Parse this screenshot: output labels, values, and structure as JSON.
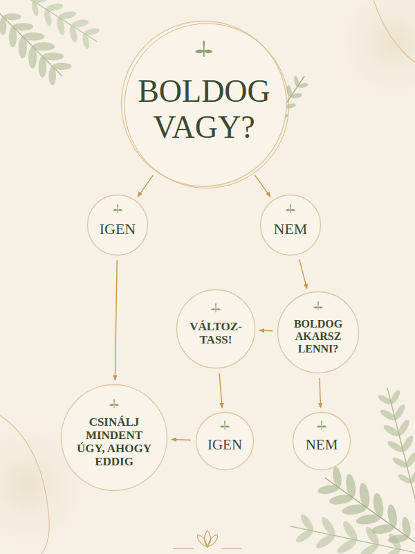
{
  "diagram": {
    "nodes": [
      {
        "text": [
          "BOLDOG VAGY?"
        ]
      },
      {
        "text": [
          "IGEN"
        ]
      },
      {
        "text": [
          "NEM"
        ]
      },
      {
        "text": [
          "VÁLTOZ- TASS!"
        ]
      },
      {
        "text": [
          "BOLDOG AKARSZ LENNI?"
        ]
      },
      {
        "text": [
          "CSINÁLJ MINDENT ÚGY, AHOGY EDDIG"
        ]
      },
      {
        "text": [
          "IGEN"
        ]
      },
      {
        "text": [
          "NEM"
        ]
      }
    ],
    "edges": [
      {
        "from": 0,
        "to": 1,
        "arrow": "to"
      },
      {
        "from": 0,
        "to": 2,
        "arrow": "to"
      },
      {
        "from": 2,
        "to": 4,
        "arrow": "to"
      },
      {
        "from": 4,
        "to": 3,
        "arrow": "to"
      },
      {
        "from": 4,
        "to": 7,
        "arrow": "to"
      },
      {
        "from": 3,
        "to": 6,
        "arrow": "to"
      },
      {
        "from": 6,
        "to": 5,
        "arrow": "to"
      },
      {
        "from": 1,
        "to": 5,
        "arrow": "to"
      }
    ]
  }
}
